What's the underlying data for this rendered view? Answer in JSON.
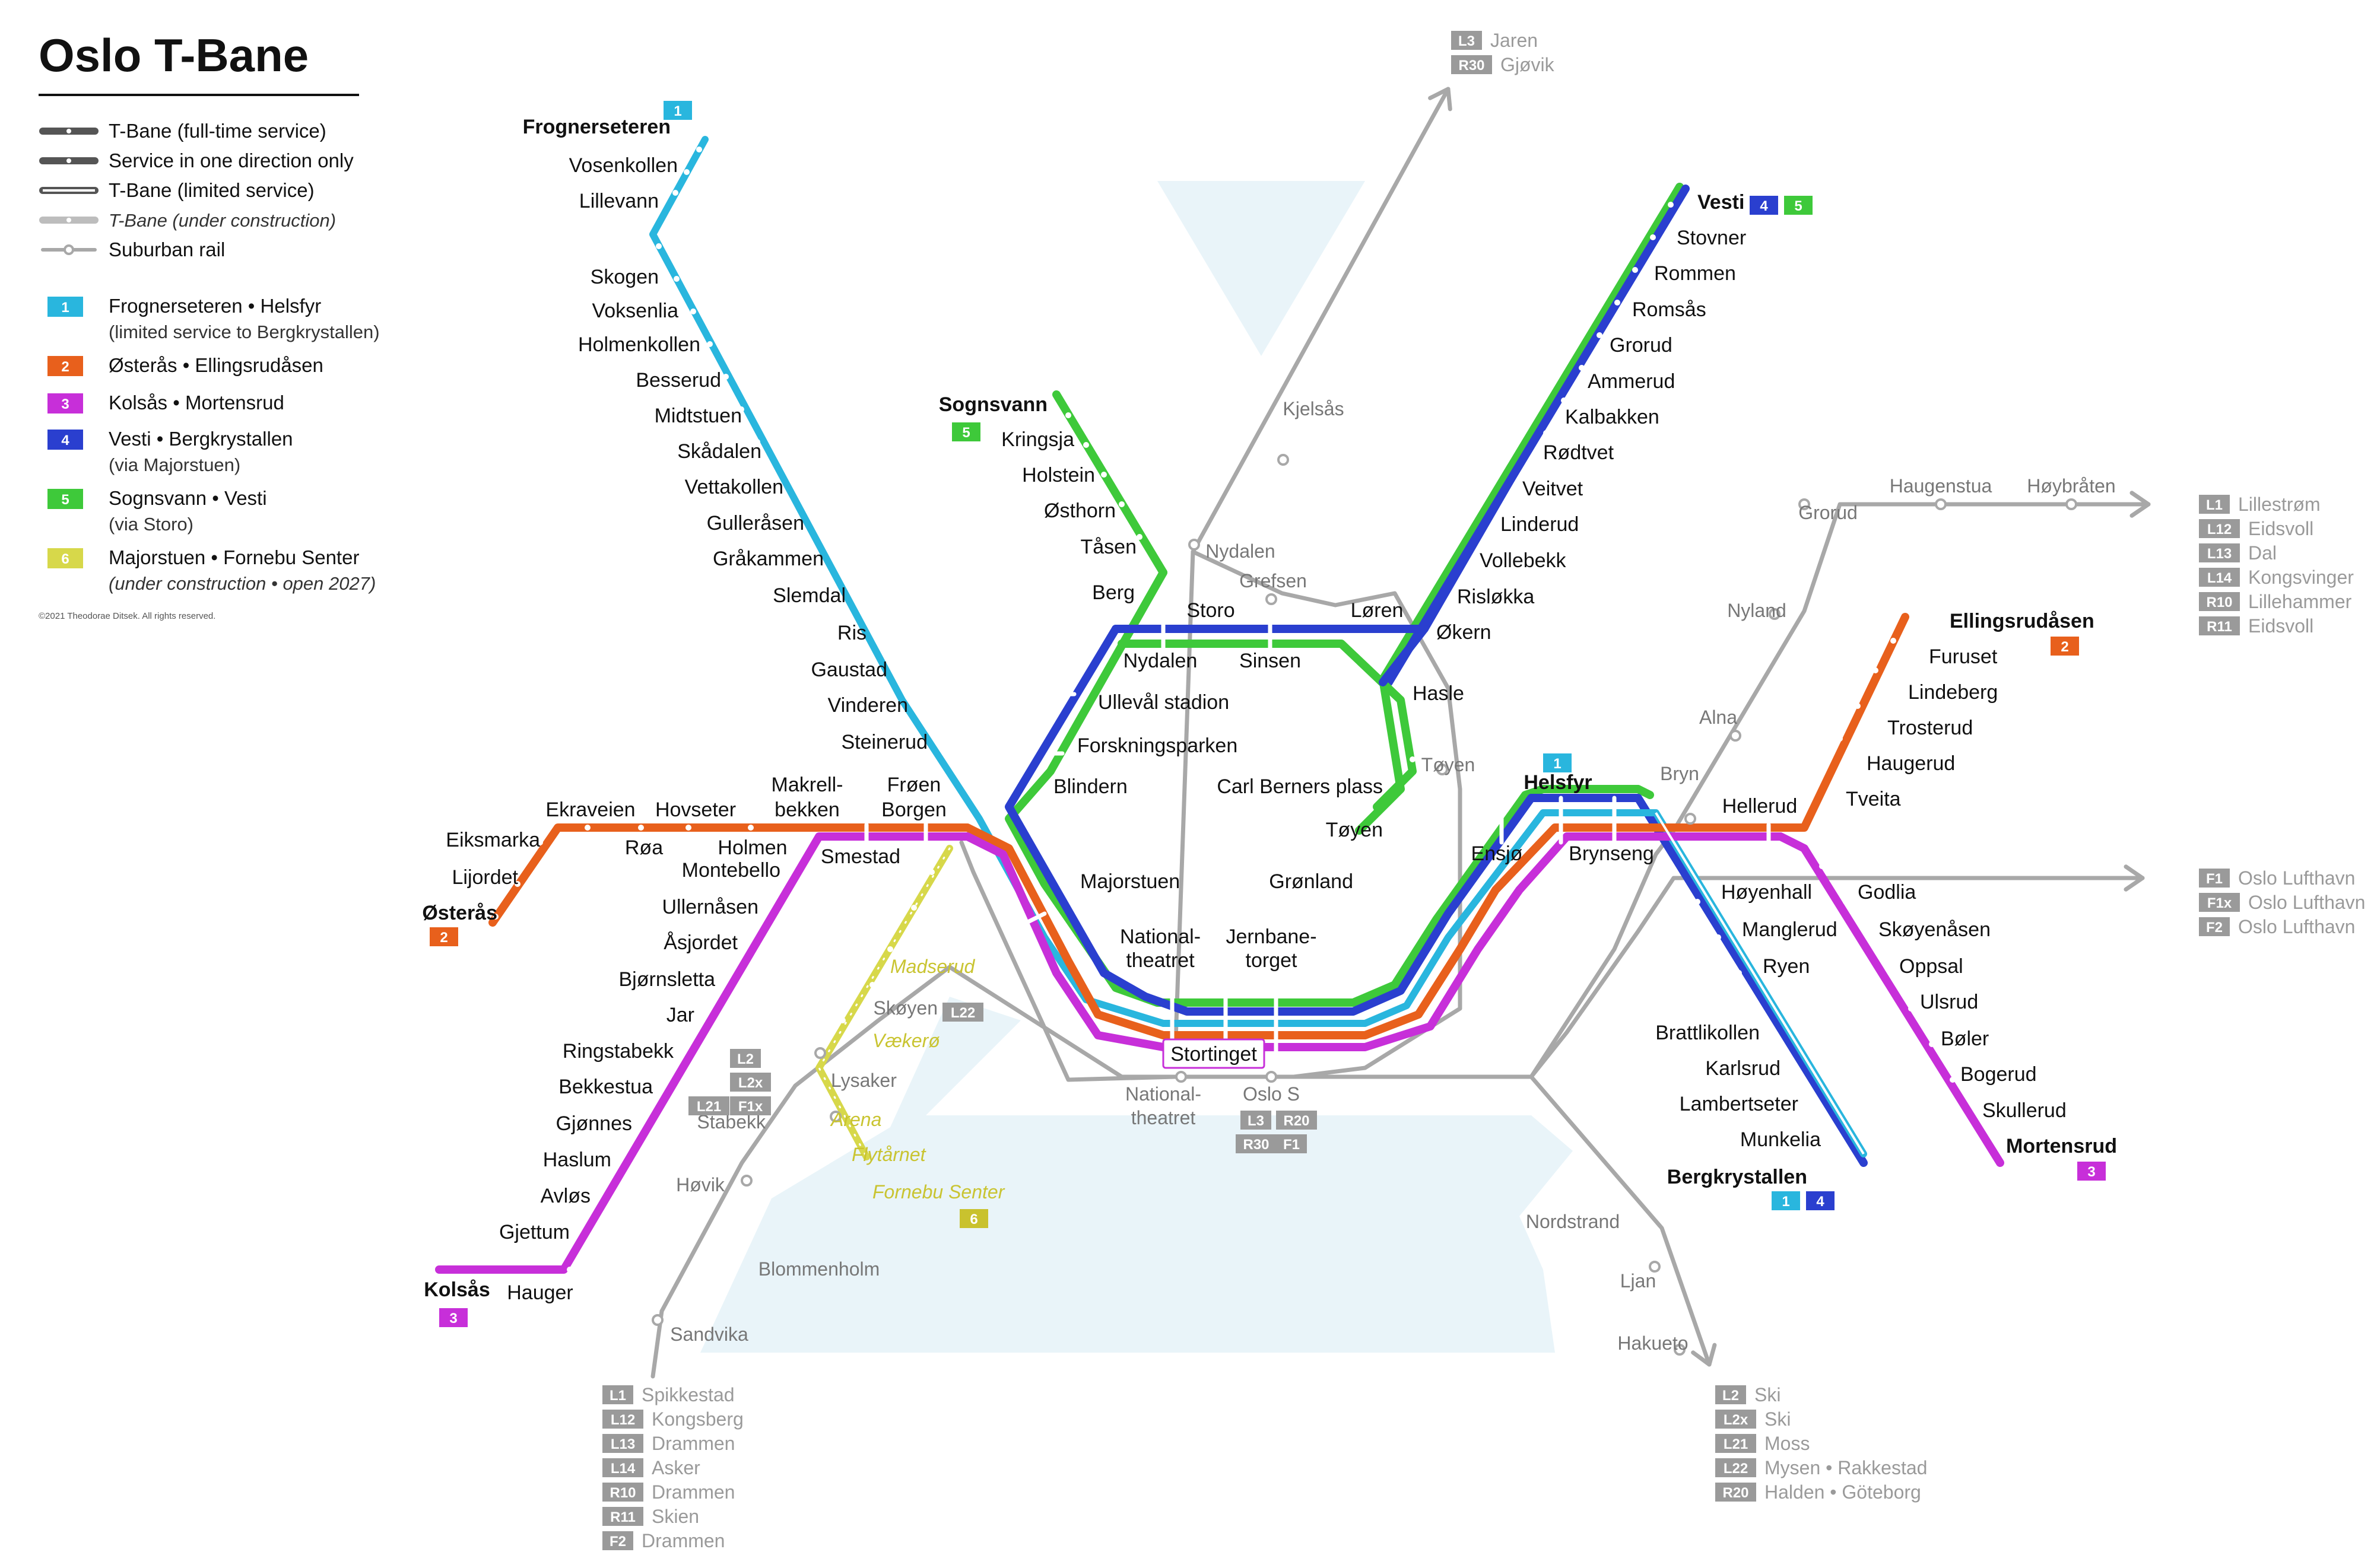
{
  "title": "Oslo T-Bane",
  "copyright": "©2021 Theodorae Ditsek. All rights reserved.",
  "colors": {
    "line1": "#29b6de",
    "line2": "#e8601c",
    "line3": "#c72fd9",
    "line4": "#2a3fcf",
    "line5": "#3ec93a",
    "line6": "#d7d84a",
    "rail": "#a8a8a8",
    "badge_grey": "#9a9a9a",
    "water": "#e9f4f9"
  },
  "legend": {
    "service_types": [
      {
        "label": "T-Bane (full-time service)",
        "style": "full"
      },
      {
        "label": "Service in one direction only",
        "style": "oneway"
      },
      {
        "label": "T-Bane (limited service)",
        "style": "limited"
      },
      {
        "label": "T-Bane (under construction)",
        "style": "construction"
      },
      {
        "label": "Suburban rail",
        "style": "rail"
      }
    ],
    "lines": [
      {
        "num": "1",
        "name": "Frognerseteren • Helsfyr",
        "sub": "(limited service to Bergkrystallen)",
        "italic_sub": false,
        "color": "#29b6de"
      },
      {
        "num": "2",
        "name": "Østerås • Ellingsrudåsen",
        "sub": "",
        "italic_sub": false,
        "color": "#e8601c"
      },
      {
        "num": "3",
        "name": "Kolsås • Mortensrud",
        "sub": "",
        "italic_sub": false,
        "color": "#c72fd9"
      },
      {
        "num": "4",
        "name": "Vesti • Bergkrystallen",
        "sub": "(via Majorstuen)",
        "italic_sub": false,
        "color": "#2a3fcf"
      },
      {
        "num": "5",
        "name": "Sognsvann • Vesti",
        "sub": "(via Storo)",
        "italic_sub": false,
        "color": "#3ec93a"
      },
      {
        "num": "6",
        "name": "Majorstuen • Fornebu Senter",
        "sub": "(under construction • open 2027)",
        "italic_sub": true,
        "color": "#d7d84a"
      }
    ]
  },
  "stations": {
    "line1": [
      "Frognerseteren",
      "Vosenkollen",
      "Lillevann",
      "Skogen",
      "Voksenlia",
      "Holmenkollen",
      "Besserud",
      "Midtstuen",
      "Skådalen",
      "Vettakollen",
      "Gulleråsen",
      "Gråkammen",
      "Slemdal",
      "Ris",
      "Gaustad",
      "Vinderen",
      "Steinerud"
    ],
    "line2_west": [
      "Eiksmarka",
      "Lijordet",
      "Østerås",
      "Ekraveien",
      "Røa",
      "Hovseter",
      "Holmen",
      "Makrell-",
      "bekken",
      "Frøen",
      "Borgen",
      "Smestad"
    ],
    "line3_west": [
      "Montebello",
      "Ullernåsen",
      "Åsjordet",
      "Bjørnsletta",
      "Jar",
      "Ringstabekk",
      "Bekkestua",
      "Gjønnes",
      "Haslum",
      "Avløs",
      "Gjettum",
      "Hauger",
      "Kolsås"
    ],
    "line5_north": [
      "Sognsvann",
      "Kringsja",
      "Holstein",
      "Østhorn",
      "Tåsen",
      "Berg"
    ],
    "ring": [
      "Storo",
      "Nydalen",
      "Sinsen",
      "Løren",
      "Ullevål stadion",
      "Forskningsparken",
      "Blindern",
      "Carl Berners plass",
      "Majorstuen",
      "Tøyen",
      "Grønland",
      "National-",
      "theatret",
      "Jernbane-",
      "torget",
      "Stortinget"
    ],
    "line4_east": [
      "Vesti",
      "Stovner",
      "Rommen",
      "Romsås",
      "Grorud",
      "Ammerud",
      "Kalbakken",
      "Rødtvet",
      "Veitvet",
      "Linderud",
      "Vollebekk",
      "Risløkka",
      "Økern",
      "Hasle"
    ],
    "east_trunk": [
      "Helsfyr",
      "Ensjø",
      "Brynseng",
      "Hellerud"
    ],
    "line2_east": [
      "Ellingsrudåsen",
      "Furuset",
      "Lindeberg",
      "Trosterud",
      "Haugerud",
      "Tveita"
    ],
    "line4_south": [
      "Høyenhall",
      "Manglerud",
      "Ryen",
      "Brattlikollen",
      "Karlsrud",
      "Lambertseter",
      "Munkelia",
      "Bergkrystallen"
    ],
    "line3_east": [
      "Godlia",
      "Skøyenåsen",
      "Oppsal",
      "Ulsrud",
      "Bøler",
      "Bogerud",
      "Skullerud",
      "Mortensrud"
    ],
    "line6": [
      "Madserud",
      "Vækerø",
      "Arena",
      "Flytårnet",
      "Fornebu Senter"
    ]
  },
  "rail_stations": [
    "Kjelsås",
    "Nydalen",
    "Grefsen",
    "Tøyen",
    "Bryn",
    "Alna",
    "Nyland",
    "Grorud",
    "Haugenstua",
    "Høybråten",
    "Skøyen",
    "Lysaker",
    "Stabekk",
    "Høvik",
    "Blommenholm",
    "Sandvika",
    "National-",
    "theatret",
    "Oslo S",
    "Nordstrand",
    "Ljan",
    "Hakueto"
  ],
  "badges": {
    "frogner": "1",
    "ostera": "2",
    "kolsas": "3",
    "sognsvann": "5",
    "vesti_a": "4",
    "vesti_b": "5",
    "helsfyr": "1",
    "elling": "2",
    "morten": "3",
    "berg_a": "1",
    "berg_b": "4",
    "fornebu": "6",
    "skoyen": "L22",
    "lysaker": [
      "L2",
      "L2x"
    ],
    "stabekk": [
      "L21",
      "F1x"
    ],
    "oslos": [
      "L3",
      "R20",
      "R30",
      "F1"
    ]
  },
  "destinations": {
    "north": [
      {
        "code": "L3",
        "name": "Jaren"
      },
      {
        "code": "R30",
        "name": "Gjøvik"
      }
    ],
    "east": [
      {
        "code": "L1",
        "name": "Lillestrøm"
      },
      {
        "code": "L12",
        "name": "Eidsvoll"
      },
      {
        "code": "L13",
        "name": "Dal"
      },
      {
        "code": "L14",
        "name": "Kongsvinger"
      },
      {
        "code": "R10",
        "name": "Lillehammer"
      },
      {
        "code": "R11",
        "name": "Eidsvoll"
      }
    ],
    "airport": [
      {
        "code": "F1",
        "name": "Oslo Lufthavn"
      },
      {
        "code": "F1x",
        "name": "Oslo Lufthavn"
      },
      {
        "code": "F2",
        "name": "Oslo Lufthavn"
      }
    ],
    "southwest": [
      {
        "code": "L1",
        "name": "Spikkestad"
      },
      {
        "code": "L12",
        "name": "Kongsberg"
      },
      {
        "code": "L13",
        "name": "Drammen"
      },
      {
        "code": "L14",
        "name": "Asker"
      },
      {
        "code": "R10",
        "name": "Drammen"
      },
      {
        "code": "R11",
        "name": "Skien"
      },
      {
        "code": "F2",
        "name": "Drammen"
      }
    ],
    "southeast": [
      {
        "code": "L2",
        "name": "Ski"
      },
      {
        "code": "L2x",
        "name": "Ski"
      },
      {
        "code": "L21",
        "name": "Moss"
      },
      {
        "code": "L22",
        "name": "Mysen • Rakkestad"
      },
      {
        "code": "R20",
        "name": "Halden • Göteborg"
      }
    ]
  }
}
